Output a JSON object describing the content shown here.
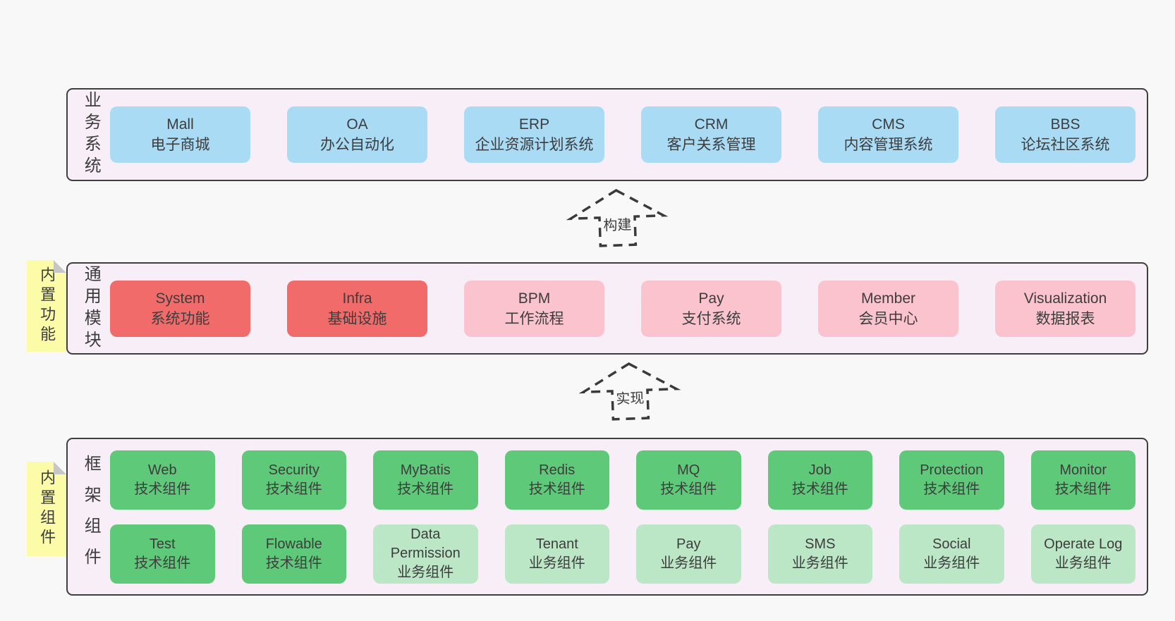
{
  "colors": {
    "page_bg": "#f8f8f8",
    "section_bg": "#f8eef8",
    "section_border": "#3f3f3f",
    "blue_box": "#a9dbf5",
    "red_box": "#f26b6b",
    "pink_box": "#fac3ce",
    "green_box": "#5ec978",
    "light_green_box": "#bce7c6",
    "sticky_tab": "#fbfba8",
    "fold": "#c6c6c6",
    "text": "#3d3d3d"
  },
  "business": {
    "label": "业务系统",
    "boxes": [
      {
        "title": "Mall",
        "subtitle": "电子商城",
        "variant": "blue"
      },
      {
        "title": "OA",
        "subtitle": "办公自动化",
        "variant": "blue"
      },
      {
        "title": "ERP",
        "subtitle": "企业资源计划系统",
        "variant": "blue"
      },
      {
        "title": "CRM",
        "subtitle": "客户关系管理",
        "variant": "blue"
      },
      {
        "title": "CMS",
        "subtitle": "内容管理系统",
        "variant": "blue"
      },
      {
        "title": "BBS",
        "subtitle": "论坛社区系统",
        "variant": "blue"
      }
    ]
  },
  "modules": {
    "tab": "内置功能",
    "label": "通用模块",
    "boxes": [
      {
        "title": "System",
        "subtitle": "系统功能",
        "variant": "red"
      },
      {
        "title": "Infra",
        "subtitle": "基础设施",
        "variant": "red"
      },
      {
        "title": "BPM",
        "subtitle": "工作流程",
        "variant": "pink"
      },
      {
        "title": "Pay",
        "subtitle": "支付系统",
        "variant": "pink"
      },
      {
        "title": "Member",
        "subtitle": "会员中心",
        "variant": "pink"
      },
      {
        "title": "Visualization",
        "subtitle": "数据报表",
        "variant": "pink"
      }
    ]
  },
  "framework": {
    "tab": "内置组件",
    "label": "框架组件",
    "row1": [
      {
        "title": "Web",
        "subtitle": "技术组件",
        "variant": "green"
      },
      {
        "title": "Security",
        "subtitle": "技术组件",
        "variant": "green"
      },
      {
        "title": "MyBatis",
        "subtitle": "技术组件",
        "variant": "green"
      },
      {
        "title": "Redis",
        "subtitle": "技术组件",
        "variant": "green"
      },
      {
        "title": "MQ",
        "subtitle": "技术组件",
        "variant": "green"
      },
      {
        "title": "Job",
        "subtitle": "技术组件",
        "variant": "green"
      },
      {
        "title": "Protection",
        "subtitle": "技术组件",
        "variant": "green"
      },
      {
        "title": "Monitor",
        "subtitle": "技术组件",
        "variant": "green"
      }
    ],
    "row2": [
      {
        "title": "Test",
        "subtitle": "技术组件",
        "variant": "green"
      },
      {
        "title": "Flowable",
        "subtitle": "技术组件",
        "variant": "green"
      },
      {
        "title": "Data Permission",
        "subtitle": "业务组件",
        "variant": "lightgreen"
      },
      {
        "title": "Tenant",
        "subtitle": "业务组件",
        "variant": "lightgreen"
      },
      {
        "title": "Pay",
        "subtitle": "业务组件",
        "variant": "lightgreen"
      },
      {
        "title": "SMS",
        "subtitle": "业务组件",
        "variant": "lightgreen"
      },
      {
        "title": "Social",
        "subtitle": "业务组件",
        "variant": "lightgreen"
      },
      {
        "title": "Operate Log",
        "subtitle": "业务组件",
        "variant": "lightgreen"
      }
    ]
  },
  "arrows": {
    "build": "构建",
    "implement": "实现"
  }
}
